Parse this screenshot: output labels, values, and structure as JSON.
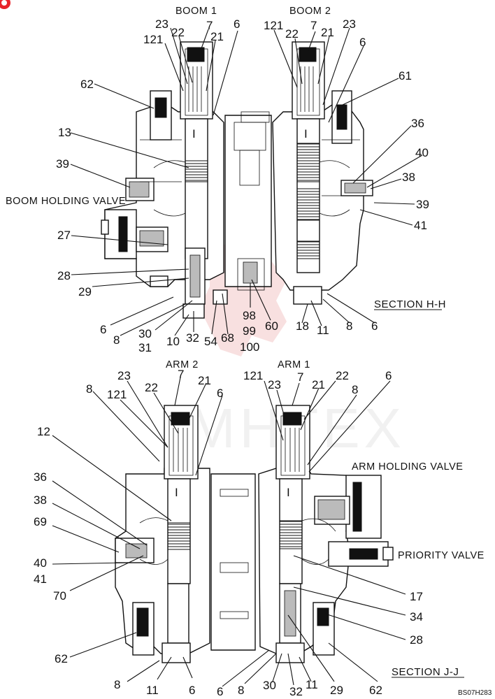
{
  "titles": {
    "boom1": "BOOM 1",
    "boom2": "BOOM 2",
    "arm2": "ARM 2",
    "arm1": "ARM 1",
    "boom_holding_valve": "BOOM HOLDING VALVE",
    "arm_holding_valve": "ARM HOLDING VALVE",
    "priority_valve": "PRIORITY VALVE",
    "section_hh": "SECTION H-H",
    "section_jj": "SECTION J-J",
    "watermark": "MHTEX",
    "code": "BS07H283"
  },
  "labels_hh": [
    "23",
    "22",
    "7",
    "21",
    "6",
    "121",
    "62",
    "13",
    "39",
    "27",
    "28",
    "29",
    "6",
    "8",
    "30",
    "31",
    "10",
    "32",
    "54",
    "68",
    "98",
    "99",
    "100",
    "60",
    "18",
    "11",
    "8",
    "6",
    "121",
    "22",
    "7",
    "21",
    "23",
    "6",
    "61",
    "36",
    "40",
    "38",
    "39",
    "41"
  ],
  "labels_jj": [
    "7",
    "23",
    "22",
    "21",
    "8",
    "121",
    "6",
    "12",
    "36",
    "38",
    "69",
    "40",
    "41",
    "70",
    "62",
    "8",
    "11",
    "6",
    "121",
    "23",
    "7",
    "21",
    "22",
    "8",
    "6",
    "17",
    "34",
    "28",
    "62",
    "29",
    "11",
    "32",
    "30",
    "8",
    "6"
  ],
  "colors": {
    "line": "#111111",
    "watermark": "#e8e8e8",
    "logo": "#e8232a"
  }
}
